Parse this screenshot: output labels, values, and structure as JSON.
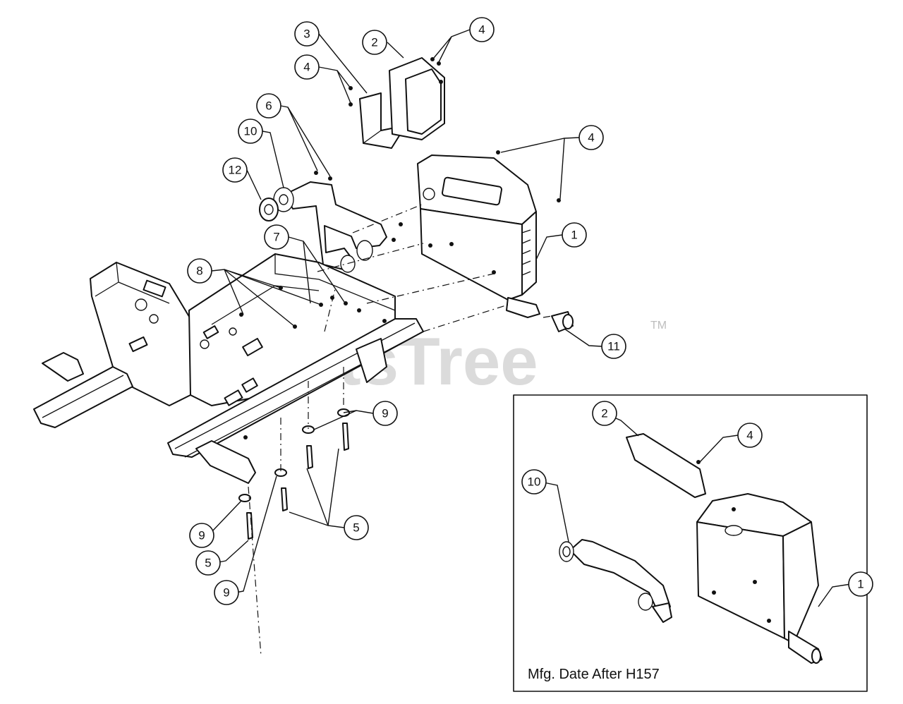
{
  "watermark": {
    "text": "PartsTree",
    "trademark": "TM"
  },
  "inset": {
    "caption": "Mfg. Date After H157"
  },
  "callouts": [
    {
      "key": "c3",
      "label": "3"
    },
    {
      "key": "c2",
      "label": "2"
    },
    {
      "key": "c4a",
      "label": "4"
    },
    {
      "key": "c4b",
      "label": "4"
    },
    {
      "key": "c6",
      "label": "6"
    },
    {
      "key": "c10",
      "label": "10"
    },
    {
      "key": "c12",
      "label": "12"
    },
    {
      "key": "c4c",
      "label": "4"
    },
    {
      "key": "c1",
      "label": "1"
    },
    {
      "key": "c7",
      "label": "7"
    },
    {
      "key": "c8",
      "label": "8"
    },
    {
      "key": "c11",
      "label": "11"
    },
    {
      "key": "c9a",
      "label": "9"
    },
    {
      "key": "c5a",
      "label": "5"
    },
    {
      "key": "c9b",
      "label": "9"
    },
    {
      "key": "c5b",
      "label": "5"
    },
    {
      "key": "c9c",
      "label": "9"
    },
    {
      "key": "c2i",
      "label": "2"
    },
    {
      "key": "c4i",
      "label": "4"
    },
    {
      "key": "c10i",
      "label": "10"
    },
    {
      "key": "c1i",
      "label": "1"
    }
  ]
}
